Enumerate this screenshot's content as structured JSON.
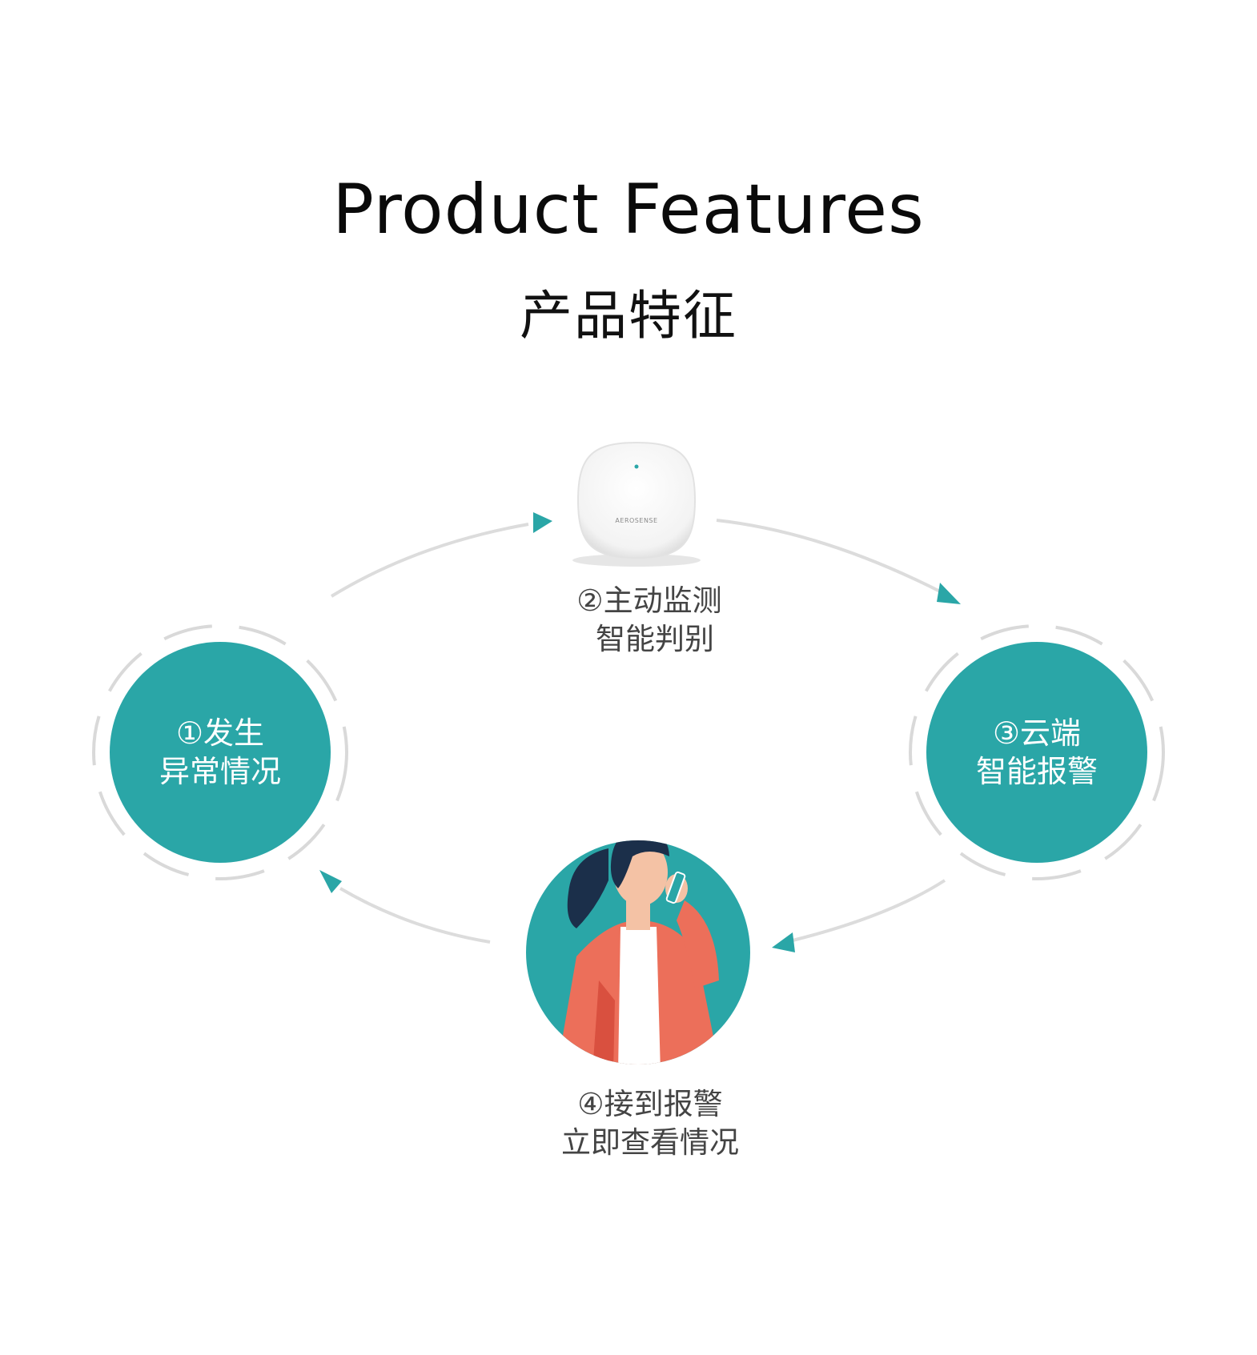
{
  "title": {
    "en": "Product Features",
    "zh": "产品特征"
  },
  "device": {
    "brand": "AEROSENSE"
  },
  "steps": [
    {
      "line1": "①发生",
      "line2": "异常情况"
    },
    {
      "line1": "②主动监测",
      "line2": "智能判别"
    },
    {
      "line1": "③云端",
      "line2": "智能报警"
    },
    {
      "line1": "④接到报警",
      "line2": "立即查看情况"
    }
  ],
  "colors": {
    "teal": "#2aa6a7",
    "arc": "#dcdcdc",
    "dashed_ring": "#d9d9d9",
    "jacket": "#ec6f5a",
    "skin": "#f4c2a5",
    "hair": "#1b2f4a"
  },
  "icons": {
    "device": "sensor-device-icon",
    "person": "woman-on-phone-illustration",
    "arrow": "triangle-arrow-icon"
  }
}
